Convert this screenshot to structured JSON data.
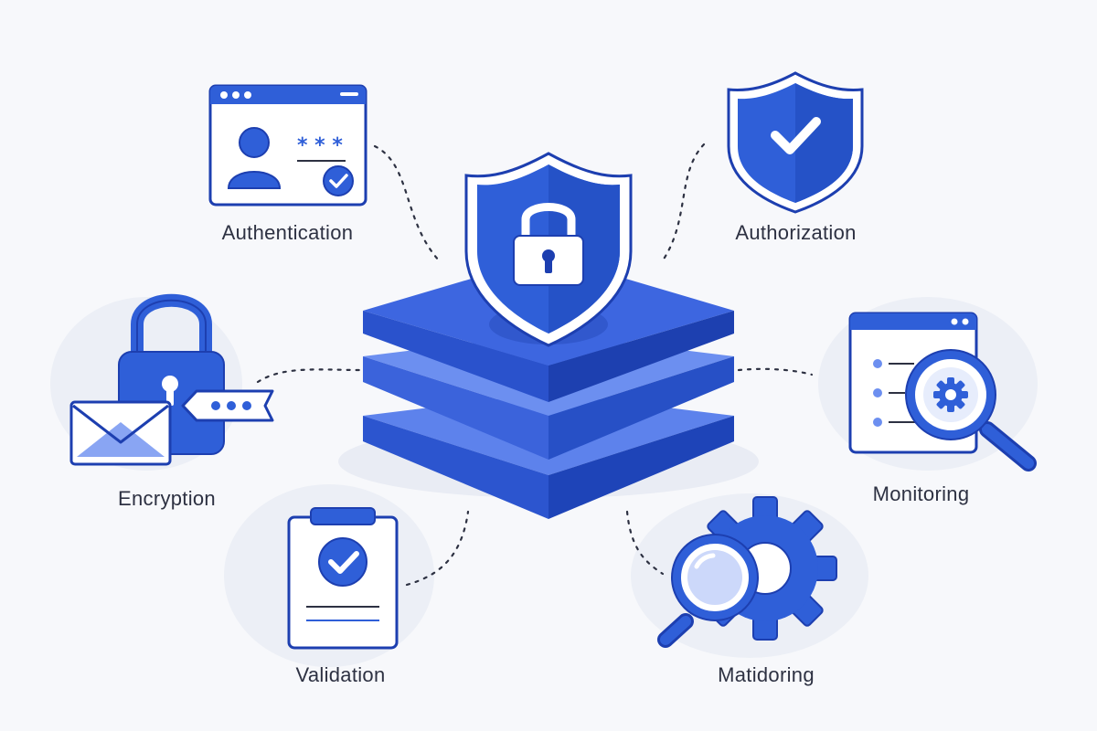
{
  "colors": {
    "primary": "#2f5fd8",
    "dark": "#1d3fb0",
    "light": "#6c8ff0",
    "pale": "#eceff6",
    "background": "#f7f8fb",
    "text": "#2d3142"
  },
  "center": {
    "layers": 3,
    "icons": [
      "shield-icon",
      "padlock-icon"
    ]
  },
  "nodes": [
    {
      "id": "authentication",
      "label": "Authentication",
      "icon": "login-window-icon"
    },
    {
      "id": "authorization",
      "label": "Authorization",
      "icon": "shield-check-icon"
    },
    {
      "id": "encryption",
      "label": "Encryption",
      "icon": "padlock-envelope-icon"
    },
    {
      "id": "monitoring",
      "label": "Monitoring",
      "icon": "window-magnifier-gear-icon"
    },
    {
      "id": "validation",
      "label": "Validation",
      "icon": "clipboard-check-icon"
    },
    {
      "id": "matidoring",
      "label": "Matidoring",
      "icon": "magnifier-gear-icon"
    }
  ]
}
